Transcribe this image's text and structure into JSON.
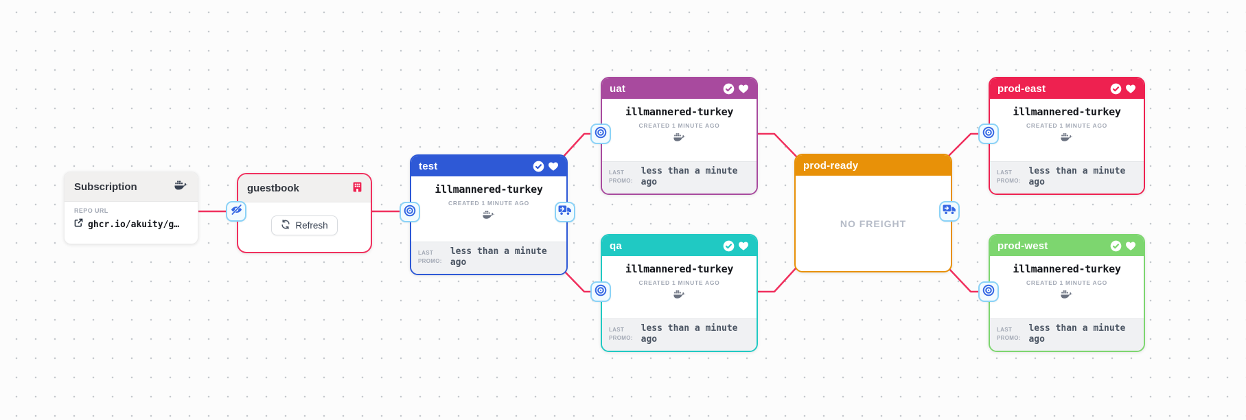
{
  "colors": {
    "edge": "#f0305e",
    "stage_test": "#2e59d6",
    "stage_uat": "#a84a9e",
    "stage_qa": "#20c9c3",
    "stage_prod_ready": "#e89108",
    "stage_prod_east": "#ee2150",
    "stage_prod_west": "#7dd66f",
    "port_border": "#8ad2f7",
    "port_glyph": "#3566e3",
    "warehouse_border": "#f0305e"
  },
  "icons": {
    "subscription_type": "docker-icon",
    "repo_link": "external-link-icon",
    "warehouse": "building-icon",
    "refresh": "refresh-icon",
    "subscription_port": "eye-slash-icon",
    "stage_input_port": "target-icon",
    "stage_output_port": "truck-icon",
    "stage_verified": "check-circle-icon",
    "stage_health": "heart-icon",
    "freight_artifact": "docker-icon"
  },
  "subscription": {
    "title": "Subscription",
    "repo_url_label": "REPO URL",
    "repo_url": "ghcr.io/akuity/g…"
  },
  "warehouse": {
    "name": "guestbook",
    "refresh_label": "Refresh"
  },
  "stages": {
    "test": {
      "name": "test",
      "freight_name": "illmannered-turkey",
      "created": "CREATED 1 MINUTE AGO",
      "last_promo_label": "LAST PROMO:",
      "last_promo_value": "less than a minute ago"
    },
    "uat": {
      "name": "uat",
      "freight_name": "illmannered-turkey",
      "created": "CREATED 1 MINUTE AGO",
      "last_promo_label": "LAST PROMO:",
      "last_promo_value": "less than a minute ago"
    },
    "qa": {
      "name": "qa",
      "freight_name": "illmannered-turkey",
      "created": "CREATED 1 MINUTE AGO",
      "last_promo_label": "LAST PROMO:",
      "last_promo_value": "less than a minute ago"
    },
    "prod_ready": {
      "name": "prod-ready",
      "empty_label": "NO FREIGHT"
    },
    "prod_east": {
      "name": "prod-east",
      "freight_name": "illmannered-turkey",
      "created": "CREATED 1 MINUTE AGO",
      "last_promo_label": "LAST PROMO:",
      "last_promo_value": "less than a minute ago"
    },
    "prod_west": {
      "name": "prod-west",
      "freight_name": "illmannered-turkey",
      "created": "CREATED 1 MINUTE AGO",
      "last_promo_label": "LAST PROMO:",
      "last_promo_value": "less than a minute ago"
    }
  }
}
